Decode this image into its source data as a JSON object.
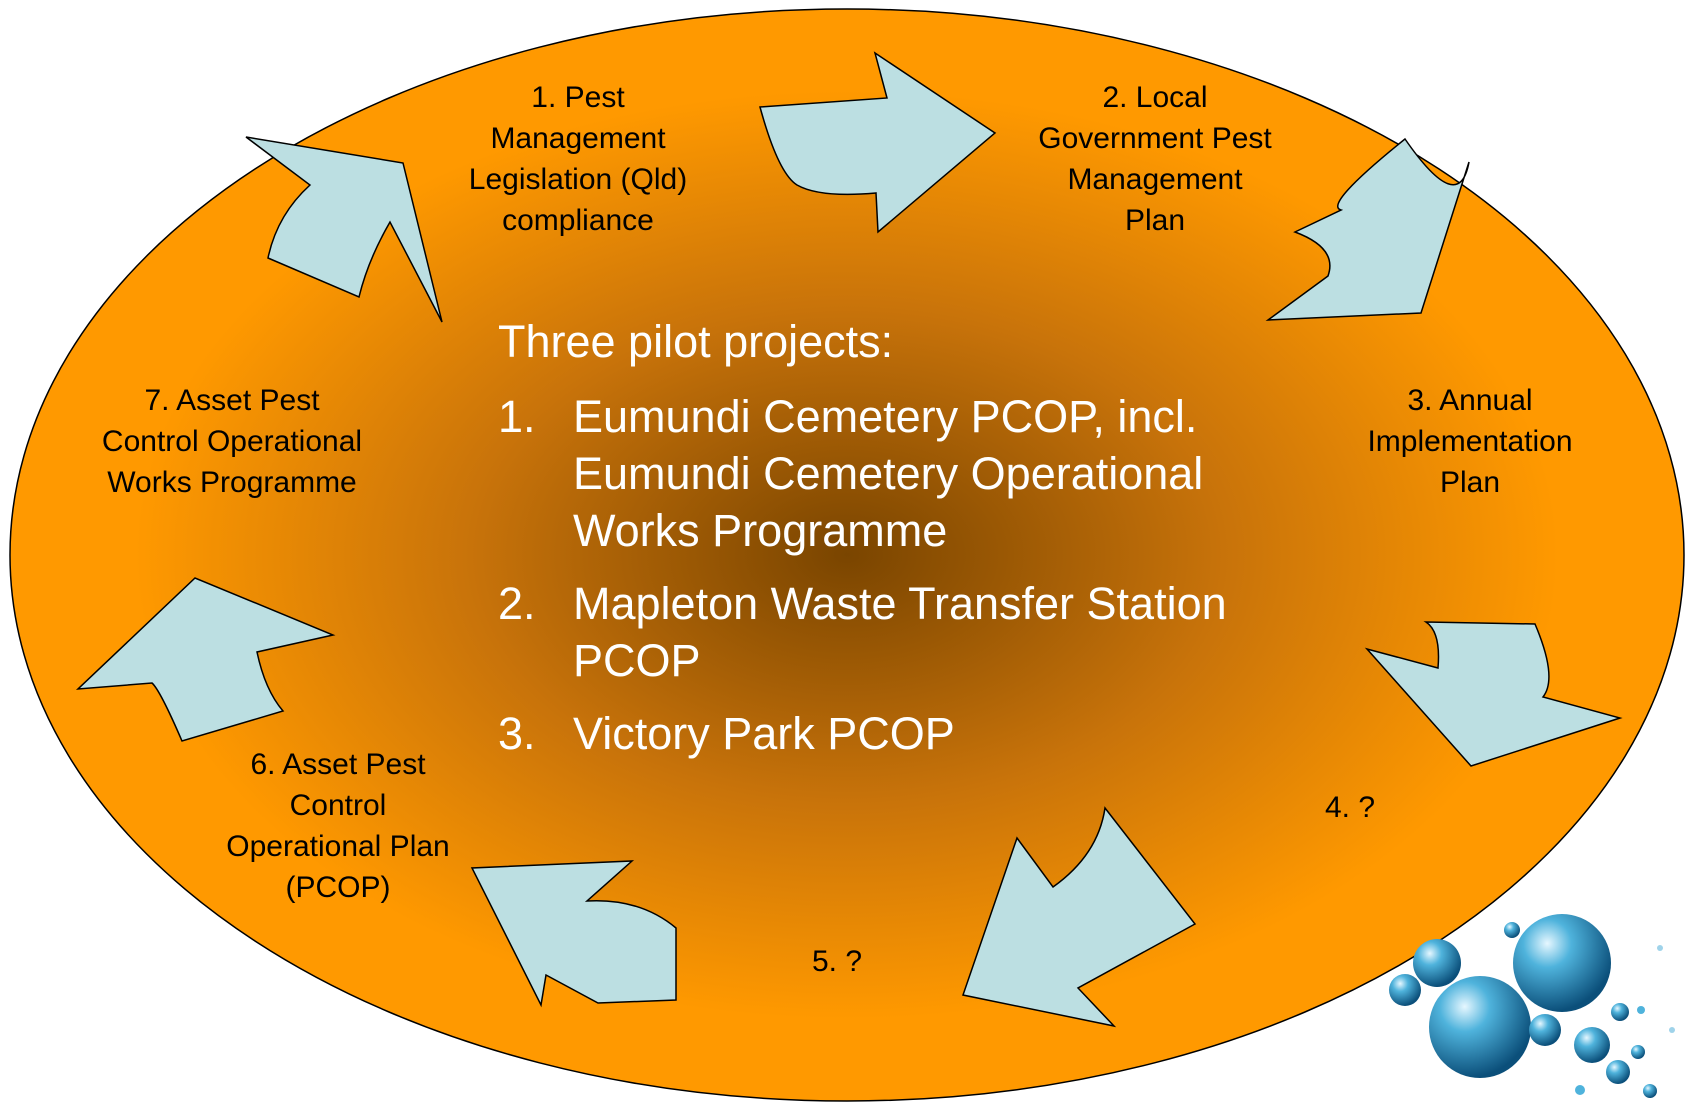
{
  "colors": {
    "ellipse_outer": "#FF9900",
    "ellipse_mid": "#C8730A",
    "ellipse_center": "#7A4500",
    "arrow_fill": "#BCDFE2",
    "outline": "#000000",
    "center_text": "#FFFFFF",
    "label_text": "#000000"
  },
  "steps": [
    {
      "label": "1. Pest\nManagement\nLegislation (Qld)\ncompliance"
    },
    {
      "label": "2. Local\nGovernment Pest\nManagement\nPlan"
    },
    {
      "label": "3. Annual\nImplementation\nPlan"
    },
    {
      "label": "4. ?"
    },
    {
      "label": "5. ?"
    },
    {
      "label": "6. Asset Pest\nControl\nOperational Plan\n(PCOP)"
    },
    {
      "label": "7. Asset Pest\nControl Operational\nWorks Programme"
    }
  ],
  "center": {
    "heading": "Three pilot projects:",
    "items": [
      {
        "num": "1.",
        "text": "Eumundi Cemetery PCOP, incl. Eumundi Cemetery Operational Works Programme"
      },
      {
        "num": "2.",
        "text": "Mapleton Waste Transfer Station PCOP"
      },
      {
        "num": "3.",
        "text": "Victory Park PCOP"
      }
    ]
  },
  "decoration": {
    "icon": "water-bubbles-icon"
  }
}
